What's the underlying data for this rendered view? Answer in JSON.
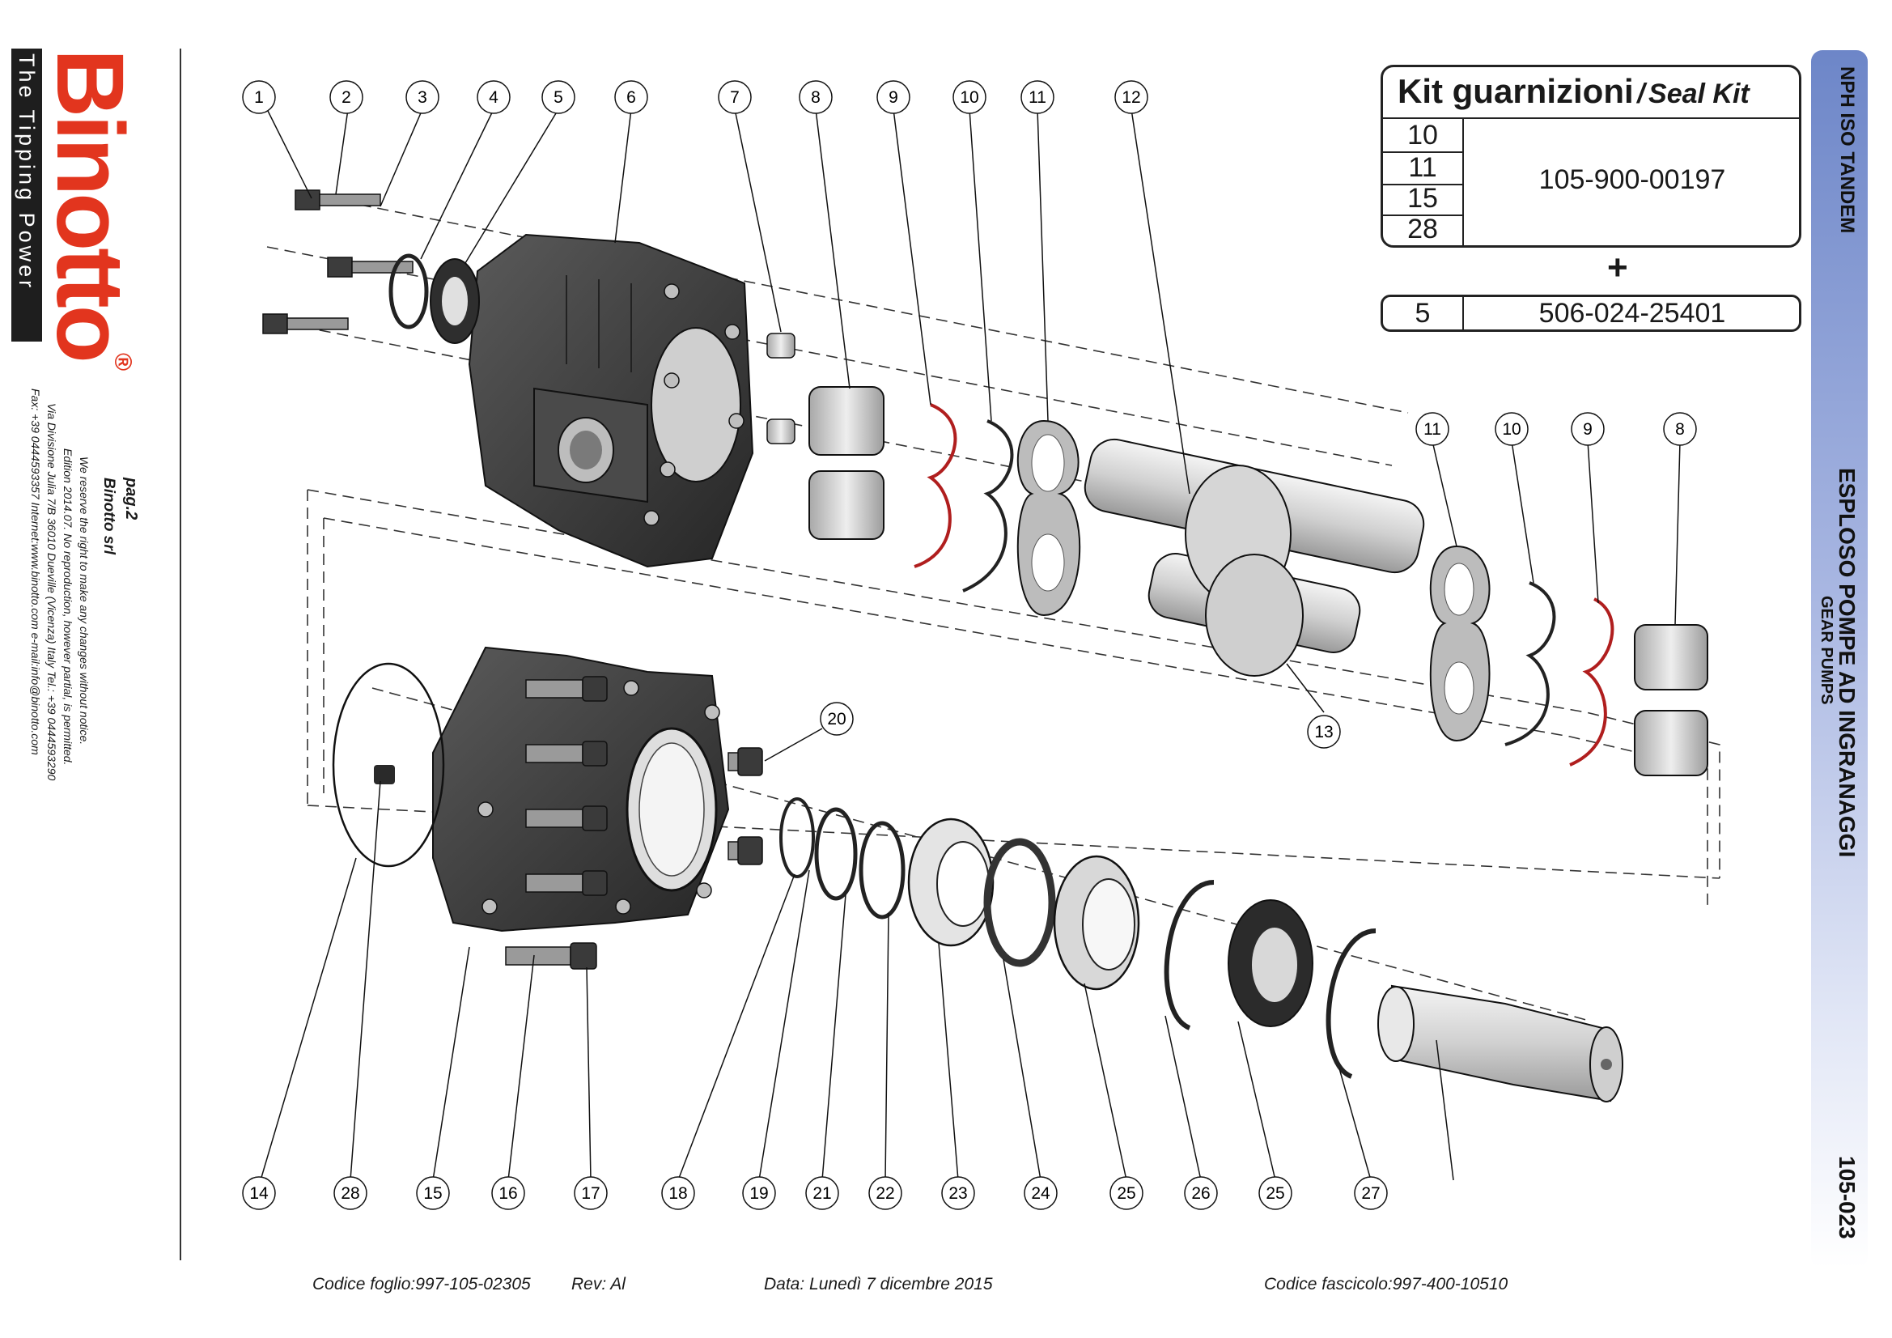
{
  "brand": {
    "logo": "Binotto",
    "registered": "®",
    "tagline": "The Tipping Power"
  },
  "imprint": {
    "page": "pag.2",
    "company": "Binotto srl",
    "line1": "We reserve the right to make any changes without notice.",
    "line2": "Edition 2014.07. No reproduction, however partial, is permitted.",
    "line3": "Via Divisione Julia 7/B 36010 Dueville (Vicenza) Italy Tel.: +39 0444593290",
    "line4": "Fax: +39 0444593357 Internet:www.binotto.com e-mail:info@binotto.com"
  },
  "side_band": {
    "series": "NPH ISO TANDEM",
    "title_it": "ESPLOSO POMPE AD INGRANAGGI",
    "title_en": "GEAR PUMPS",
    "catalog_number": "105-023"
  },
  "seal_kit": {
    "title_it": "Kit guarnizioni",
    "separator": "/",
    "title_en": "Seal Kit",
    "items": [
      "10",
      "11",
      "15",
      "28"
    ],
    "code": "105-900-00197",
    "plus": "+",
    "extra_item": "5",
    "extra_code": "506-024-25401"
  },
  "footer": {
    "sheet_code": "Codice foglio:997-105-02305",
    "revision": "Rev: Al",
    "date": "Data: Lunedì 7 dicembre 2015",
    "booklet_code": "Codice fascicolo:997-400-10510"
  },
  "callouts": {
    "top": [
      "1",
      "2",
      "3",
      "4",
      "5",
      "6",
      "7",
      "8",
      "9",
      "10",
      "11",
      "12"
    ],
    "middle": [
      "11",
      "10",
      "9",
      "8",
      "13",
      "20"
    ],
    "bottom": [
      "14",
      "28",
      "15",
      "16",
      "17",
      "18",
      "19",
      "21",
      "22",
      "23",
      "24",
      "25",
      "26",
      "25",
      "27"
    ]
  },
  "colors": {
    "brand_red": "#e2351e",
    "band_blue": "#6d86c8",
    "part_dark": "#3a3a3a",
    "part_light": "#d9d9d9",
    "oring_red": "#b01e1e"
  }
}
